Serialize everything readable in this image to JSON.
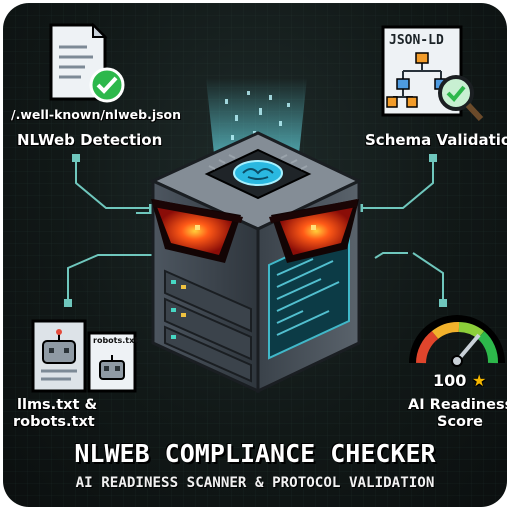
{
  "features": {
    "nlweb_detection": {
      "path": "/.well-known/nlweb.json",
      "label": "NLWeb Detection"
    },
    "schema_validation": {
      "badge": "JSON-LD",
      "label": "Schema Validation"
    },
    "llms_robots": {
      "doc_label": "robots.txt",
      "label_line1": "llms.txt &",
      "label_line2": "robots.txt"
    },
    "ai_readiness": {
      "score": "100",
      "label_line1": "AI Readiness",
      "label_line2": "Score"
    }
  },
  "title": "NLWEB COMPLIANCE CHECKER",
  "subtitle": "AI READINESS SCANNER & PROTOCOL VALIDATION",
  "colors": {
    "circuit": "#6fc7bd",
    "accent_green": "#2db84b",
    "eye_red": "#e02814",
    "hologram": "#4fe0ff"
  }
}
